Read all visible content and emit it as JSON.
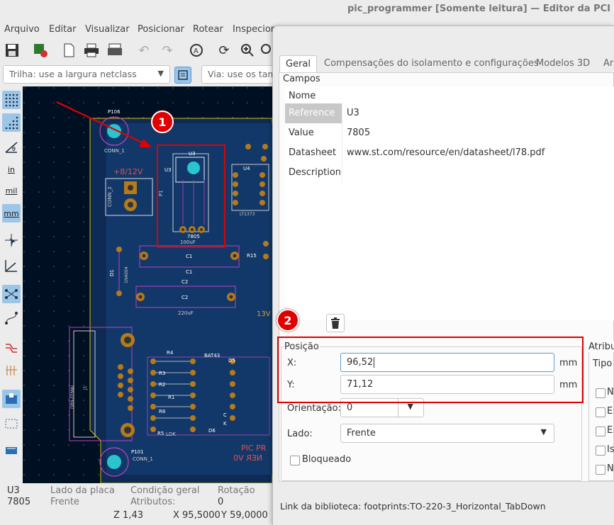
{
  "window_title": "pic_programmer [Somente leitura] — Editor da PCI",
  "menu": [
    "Arquivo",
    "Editar",
    "Visualizar",
    "Posicionar",
    "Rotear",
    "Inspecion"
  ],
  "toolbar": {
    "track_width_combo": "Trilha: use a largura netclass",
    "via_combo": "Via: use os tam"
  },
  "left_tools": {
    "units_in": "in",
    "units_mil": "mil",
    "units_mm": "mm"
  },
  "board": {
    "labels": {
      "p106": "P106",
      "conn1_top": "CONN_1",
      "voltage": "+8/12V",
      "conn2": "CONN_2",
      "p1": "P1",
      "u3": "U3",
      "u3_left": "U3",
      "ref_7805": "7805",
      "val_100uf": "100uF",
      "c1": "C1",
      "c1_below": "C1",
      "c2": "C2",
      "c2_top": "C2",
      "val_220uf": "220uF",
      "d1": "D1",
      "n4004": "1N4004",
      "u4": "U4",
      "lt1373": "LT1373",
      "r15": "R15",
      "v13": "13V",
      "db9": "DB9-FEMAL",
      "j1": "J1",
      "bat43": "BAT43",
      "r4": "R4",
      "r3": "R3",
      "r2": "R2",
      "r1": "R1",
      "r6": "R6",
      "r5": "R5",
      "ldk": "LDK",
      "d5": "D5",
      "d6": "D6",
      "p101": "P101",
      "conn1_bottom": "CONN_1",
      "pic_pro": "PIC PR",
      "ner_v": "NER V0",
      "c_label": "C",
      "k_label": "K",
      "one": "1"
    }
  },
  "status": {
    "ref": "U3",
    "value": "7805",
    "side_label": "Lado da placa",
    "side_value": "Frente",
    "condition_label": "Condição geral",
    "condition_value": "Atributos:",
    "rotation_label": "Rotação",
    "rotation_value": "0",
    "z": "Z 1,43",
    "x": "X 95,5000",
    "y": "Y 59,0000"
  },
  "dialog": {
    "tabs": [
      "Geral",
      "Compensações do isolamento e configurações",
      "Modelos 3D",
      "Ar"
    ],
    "fields_group": "Campos",
    "fields_header": "Nome",
    "fields": [
      {
        "name": "Reference",
        "value": "U3"
      },
      {
        "name": "Value",
        "value": "7805"
      },
      {
        "name": "Datasheet",
        "value": "www.st.com/resource/en/datasheet/l78.pdf"
      },
      {
        "name": "Description",
        "value": ""
      }
    ],
    "position_group": "Posição",
    "x_label": "X:",
    "x_value": "96,52",
    "x_unit": "mm",
    "y_label": "Y:",
    "y_value": "71,12",
    "y_unit": "mm",
    "orientation_label": "Orientação:",
    "orientation_value": "0",
    "side_label": "Lado:",
    "side_value": "Frente",
    "locked_label": "Bloqueado",
    "attrib_group": "Atribu",
    "type_label": "Tipo",
    "attrib_checks": [
      "N",
      "E:",
      "E:",
      "Is",
      "N"
    ],
    "library_link": "Link da biblioteca:  footprints:TO-220-3_Horizontal_TabDown"
  },
  "callouts": [
    "1",
    "2"
  ]
}
